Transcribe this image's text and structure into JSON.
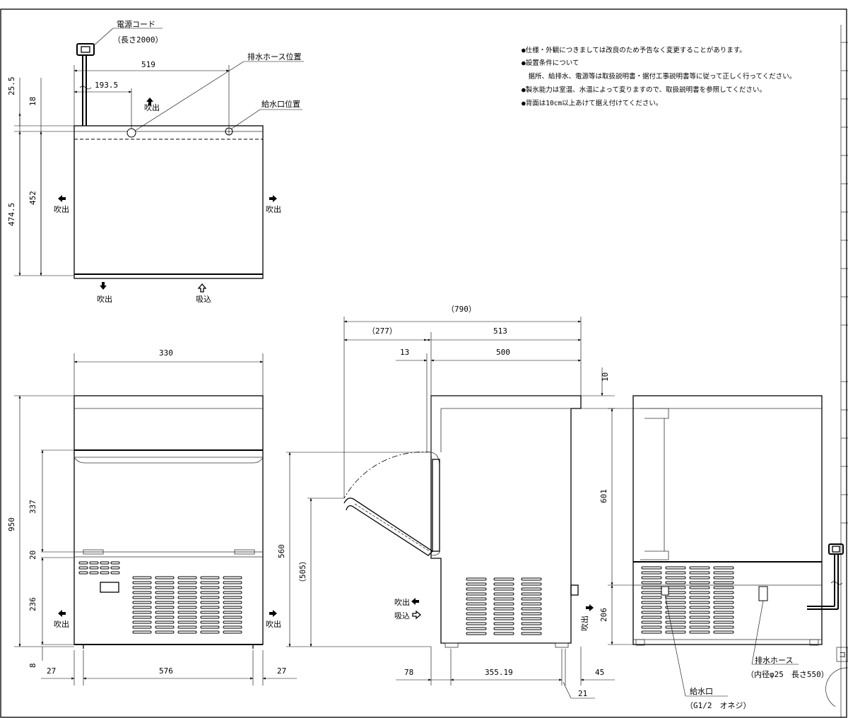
{
  "notes": [
    "●仕様・外観につきましては改良のため予告なく変更することがあります。",
    "●設置条件について",
    "　据所、給排水、電源等は取扱説明書・据付工事説明書等に従って正しく行ってください。",
    "●製氷能力は室温、水温によって変りますので、取扱説明書を参照してください。",
    "●背面は10cm以上あけて据え付けてください。"
  ],
  "top_view": {
    "power_cord": "電源コード",
    "cord_length": "（長さ2000）",
    "drain_hose_position": "排水ホース位置",
    "supply_port_position": "給水口位置",
    "dim_519": "519",
    "dim_193_5": "193.5",
    "dim_25_5": "25.5",
    "dim_18": "18",
    "dim_474_5": "474.5",
    "dim_452": "452",
    "exhaust": "吹出",
    "exhaust_alt": "吹出",
    "intake": "吸込"
  },
  "front_view": {
    "dim_330": "330",
    "dim_950": "950",
    "dim_337": "337",
    "dim_20": "20",
    "dim_236": "236",
    "dim_8": "8",
    "dim_27_left": "27",
    "dim_576": "576",
    "dim_27_right": "27",
    "exhaust_left": "吹出",
    "exhaust_right": "吹出"
  },
  "side_view": {
    "dim_790": "（790）",
    "dim_277": "（277）",
    "dim_513": "513",
    "dim_13": "13",
    "dim_500": "500",
    "dim_10": "10",
    "dim_560": "560",
    "dim_505": "（505）",
    "dim_78": "78",
    "dim_355_19": "355.19",
    "dim_45": "45",
    "dim_21": "21",
    "exhaust": "吹出",
    "intake": "吸込",
    "exhaust_right": "吹出"
  },
  "rear_view": {
    "dim_601": "601",
    "dim_206": "206",
    "drain_hose": "排水ホース",
    "drain_hose_spec": "（内径φ25　長さ550）",
    "supply_port": "給水口",
    "supply_port_spec": "（G1/2　オネジ）"
  }
}
